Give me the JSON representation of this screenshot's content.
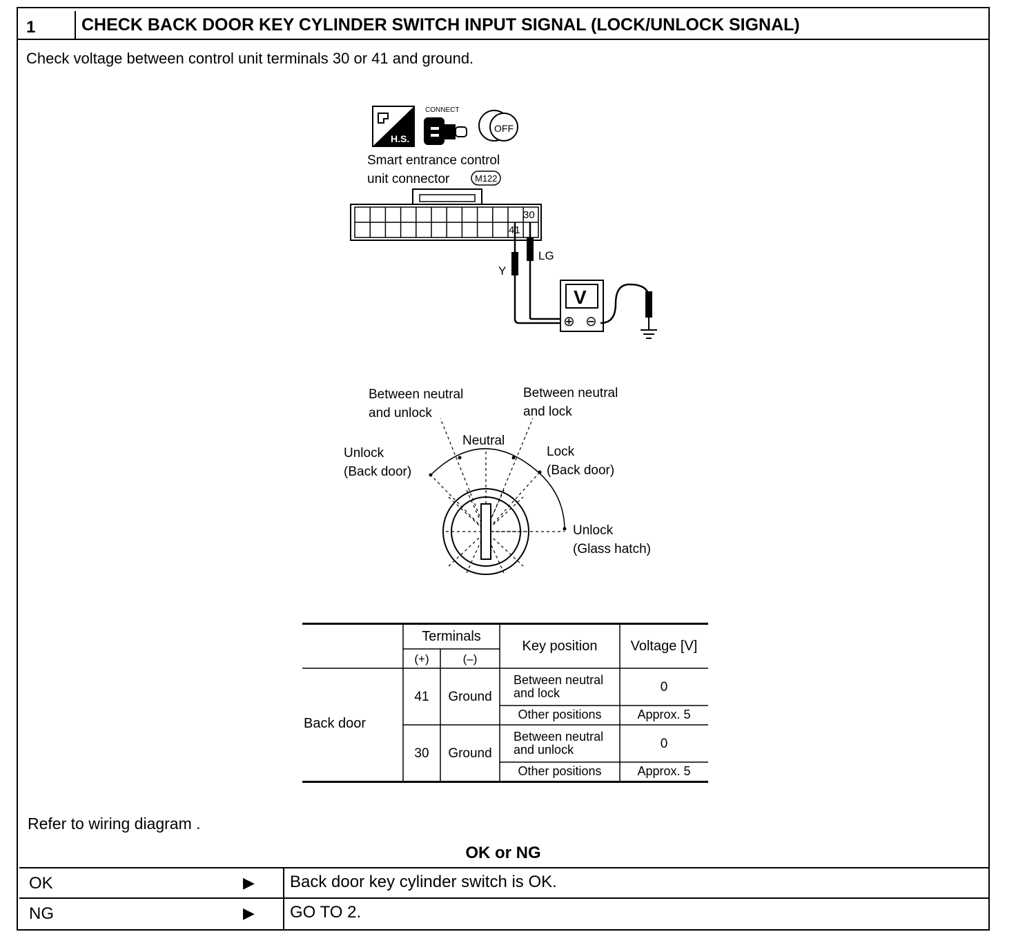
{
  "header": {
    "step_number": "1",
    "title": "CHECK BACK DOOR KEY CYLINDER SWITCH INPUT SIGNAL (LOCK/UNLOCK SIGNAL)"
  },
  "instruction": "Check voltage between control unit terminals 30 or 41 and ground.",
  "icons": {
    "hs_label": "H.S.",
    "connect_label": "CONNECT",
    "ignition_label": "OFF"
  },
  "connector": {
    "caption_line1": "Smart entrance control",
    "caption_line2": "unit connector",
    "connector_id": "M122",
    "pin_a": "30",
    "pin_b": "41",
    "wire_a": "LG",
    "wire_b": "Y",
    "meter_label": "V",
    "meter_plus": "⊕",
    "meter_minus": "⊖"
  },
  "key_positions": {
    "between_unlock_l1": "Between neutral",
    "between_unlock_l2": "and unlock",
    "between_lock_l1": "Between neutral",
    "between_lock_l2": "and lock",
    "neutral": "Neutral",
    "unlock_back_l1": "Unlock",
    "unlock_back_l2": "(Back door)",
    "lock_back_l1": "Lock",
    "lock_back_l2": "(Back door)",
    "unlock_glass_l1": "Unlock",
    "unlock_glass_l2": "(Glass hatch)"
  },
  "table": {
    "head_terminals": "Terminals",
    "head_plus": "(+)",
    "head_minus": "(–)",
    "head_key": "Key position",
    "head_voltage": "Voltage [V]",
    "row_label": "Back door",
    "rows": [
      {
        "plus": "41",
        "minus": "Ground",
        "pos1": "Between neutral\nand lock",
        "v1": "0",
        "pos2": "Other positions",
        "v2": "Approx. 5"
      },
      {
        "plus": "30",
        "minus": "Ground",
        "pos1": "Between neutral\nand unlock",
        "v1": "0",
        "pos2": "Other positions",
        "v2": "Approx. 5"
      }
    ]
  },
  "refer": "Refer to wiring diagram .",
  "okng_title": "OK or NG",
  "results": [
    {
      "label": "OK",
      "arrow": "▶",
      "text": "Back door key cylinder switch is OK."
    },
    {
      "label": "NG",
      "arrow": "▶",
      "text": "GO TO 2."
    }
  ]
}
